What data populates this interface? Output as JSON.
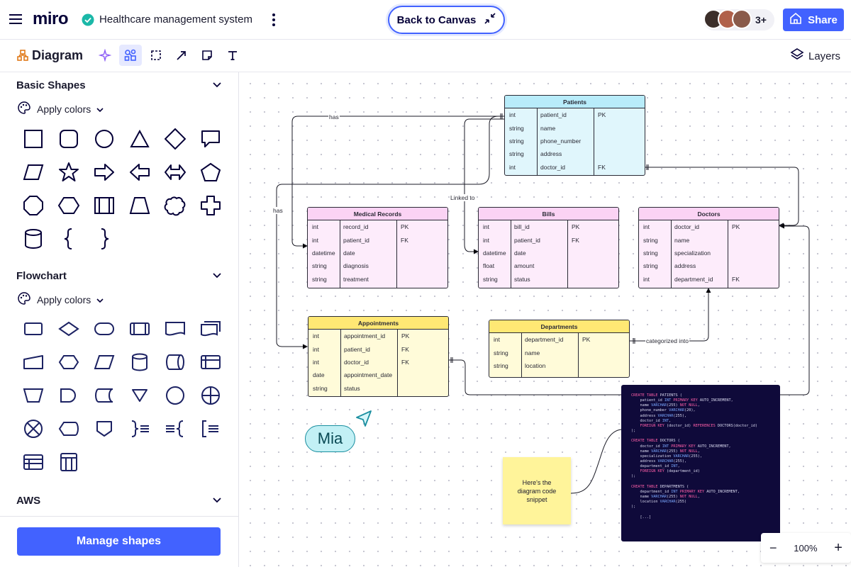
{
  "app": {
    "logo": "miro",
    "board_title": "Healthcare management system",
    "back_to_canvas": "Back to Canvas",
    "collaborators_more": "3+",
    "share_label": "Share"
  },
  "toolbar": {
    "mode_label": "Diagram",
    "layers_label": "Layers"
  },
  "sidebar": {
    "basic_shapes_title": "Basic Shapes",
    "flowchart_title": "Flowchart",
    "aws_title": "AWS",
    "apply_colors_label": "Apply colors",
    "manage_shapes_label": "Manage shapes"
  },
  "diagram": {
    "tables": {
      "patients": {
        "title": "Patients",
        "rows": [
          [
            "int",
            "patient_id",
            "PK"
          ],
          [
            "string",
            "name",
            ""
          ],
          [
            "string",
            "phone_number",
            ""
          ],
          [
            "string",
            "address",
            ""
          ],
          [
            "int",
            "doctor_id",
            "FK"
          ]
        ]
      },
      "medical_records": {
        "title": "Medical Records",
        "rows": [
          [
            "int",
            "record_id",
            "PK"
          ],
          [
            "int",
            "patient_id",
            "FK"
          ],
          [
            "datetime",
            "date",
            ""
          ],
          [
            "string",
            "diagnosis",
            ""
          ],
          [
            "string",
            "treatment",
            ""
          ]
        ]
      },
      "bills": {
        "title": "Bills",
        "rows": [
          [
            "int",
            "bill_id",
            "PK"
          ],
          [
            "int",
            "patient_id",
            "FK"
          ],
          [
            "datetime",
            "date",
            ""
          ],
          [
            "float",
            "amount",
            ""
          ],
          [
            "string",
            "status",
            ""
          ]
        ]
      },
      "doctors": {
        "title": "Doctors",
        "rows": [
          [
            "int",
            "doctor_id",
            "PK"
          ],
          [
            "string",
            "name",
            ""
          ],
          [
            "string",
            "specialization",
            ""
          ],
          [
            "string",
            "address",
            ""
          ],
          [
            "int",
            "department_id",
            "FK"
          ]
        ]
      },
      "appointments": {
        "title": "Appointments",
        "rows": [
          [
            "int",
            "appointment_id",
            "PK"
          ],
          [
            "int",
            "patient_id",
            "FK"
          ],
          [
            "int",
            "doctor_id",
            "FK"
          ],
          [
            "date",
            "appointment_date",
            ""
          ],
          [
            "string",
            "status",
            ""
          ]
        ]
      },
      "departments": {
        "title": "Departments",
        "rows": [
          [
            "int",
            "department_id",
            "PK"
          ],
          [
            "string",
            "name",
            ""
          ],
          [
            "string",
            "location",
            ""
          ]
        ]
      }
    },
    "labels": {
      "has_top": "has",
      "has_left": "has",
      "linked_to": "Linked to",
      "categorized_into": "categorized into"
    },
    "sticky_note": "Here's the diagram code snippet",
    "cursor_user": "Mia",
    "code_lines": [
      "CREATE TABLE PATIENTS (",
      "    patient_id INT PRIMARY KEY AUTO_INCREMENT,",
      "    name VARCHAR(255) NOT NULL,",
      "    phone_number VARCHAR(20),",
      "    address VARCHAR(255),",
      "    doctor_id INT,",
      "    FOREIGN KEY (doctor_id) REFERENCES DOCTORS(doctor_id)",
      ");",
      "",
      "CREATE TABLE DOCTORS (",
      "    doctor_id INT PRIMARY KEY AUTO_INCREMENT,",
      "    name VARCHAR(255) NOT NULL,",
      "    specialization VARCHAR(255),",
      "    address VARCHAR(255),",
      "    department_id INT,",
      "    FOREIGN KEY (department_id)",
      ");",
      "",
      "CREATE TABLE DEPARTMENTS (",
      "    department_id INT PRIMARY KEY AUTO_INCREMENT,",
      "    name VARCHAR(255) NOT NULL,",
      "    location VARCHAR(255)",
      ");",
      "",
      "    [...]"
    ]
  },
  "zoom": {
    "level": "100%",
    "minus": "−",
    "plus": "+"
  },
  "colors": {
    "accent": "#4262ff",
    "patients_fill": "#e0f6fc",
    "patients_header": "#b8ecfa",
    "pink_fill": "#fdecfb",
    "pink_header": "#fbd3f4",
    "yellow_fill": "#fffbd9",
    "yellow_header": "#ffe874",
    "code_bg": "#0f0a3a",
    "sticky": "#fff49a"
  }
}
